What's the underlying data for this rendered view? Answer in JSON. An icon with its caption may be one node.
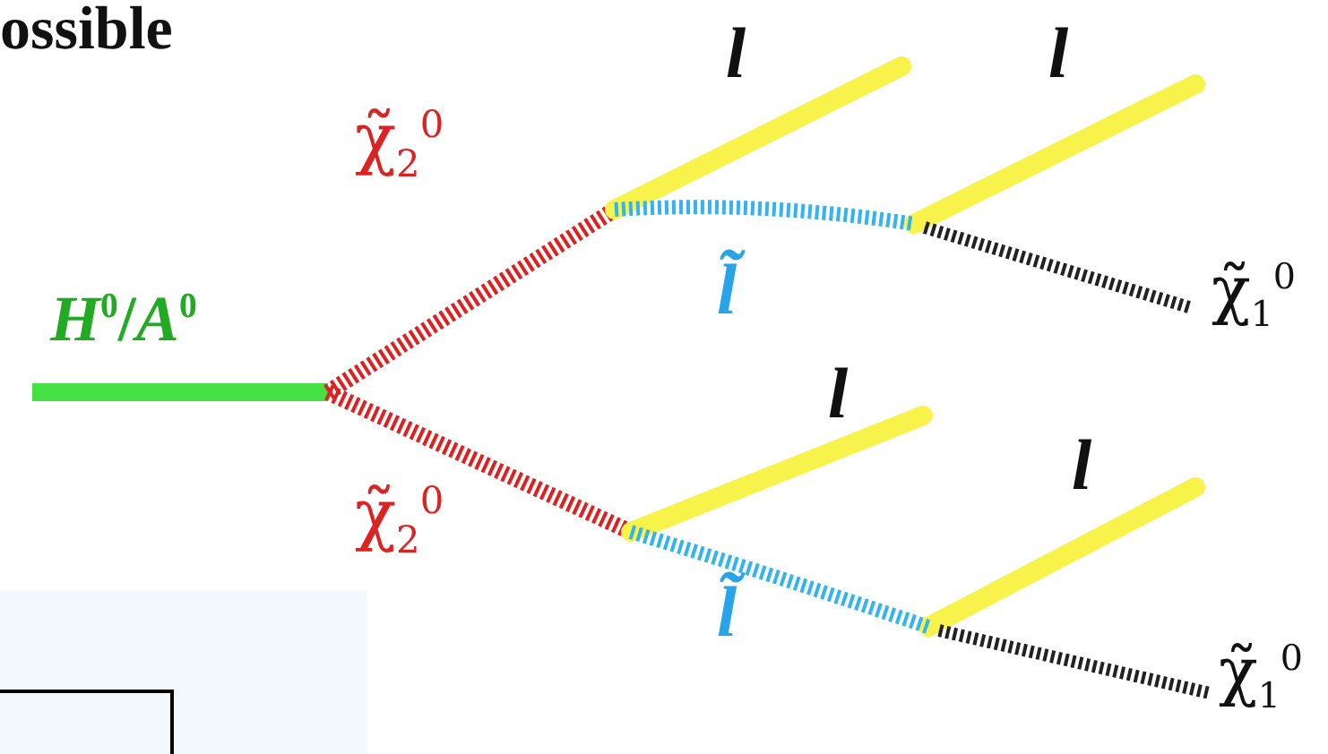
{
  "diagram": {
    "labels": [
      "ossible",
      "l",
      "l",
      "χ̃$_{2}$$^{0}$",
      "*H*$^{0}$/*A*$^{0}$",
      "l̃",
      "χ̃$_{1}$$^{0}$",
      "l",
      "l",
      "χ̃$_{2}$$^{0}$",
      "l̃",
      "χ̃$_{1}$$^{0}$"
    ]
  }
}
